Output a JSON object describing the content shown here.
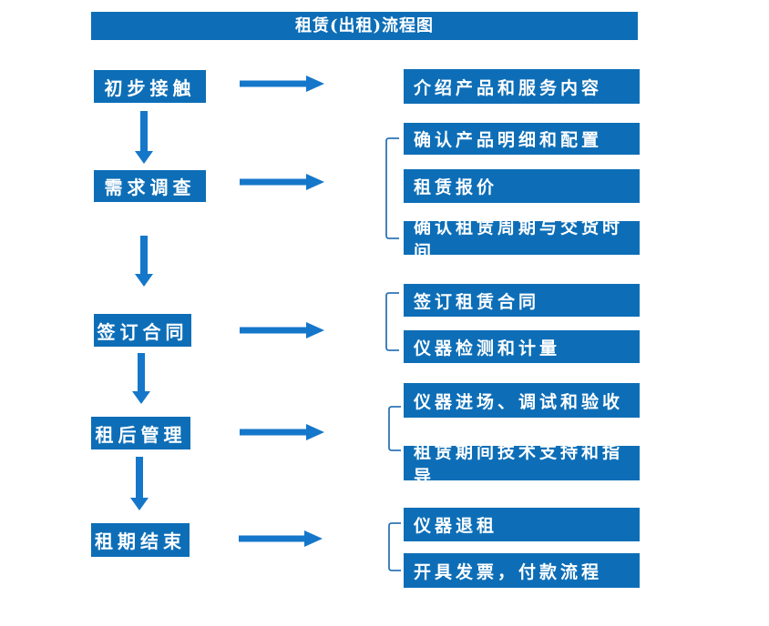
{
  "title": "租赁(出租)流程图",
  "colors": {
    "box": "#0D6EB7",
    "arrow": "#1577C9",
    "bracket": "#2E75B6",
    "text": "#FFFFFF",
    "bg": "#FFFFFF"
  },
  "steps": [
    {
      "label": "初步接触"
    },
    {
      "label": "需求调查"
    },
    {
      "label": "签订合同"
    },
    {
      "label": "租后管理"
    },
    {
      "label": "租期结束"
    }
  ],
  "details": [
    {
      "label": "介绍产品和服务内容"
    },
    {
      "label": "确认产品明细和配置"
    },
    {
      "label": "租赁报价"
    },
    {
      "label": "确认租赁周期与交货时间"
    },
    {
      "label": "签订租赁合同"
    },
    {
      "label": "仪器检测和计量"
    },
    {
      "label": "仪器进场、调试和验收"
    },
    {
      "label": "租赁期间技术支持和指导"
    },
    {
      "label": "仪器退租"
    },
    {
      "label": "开具发票，付款流程"
    }
  ]
}
